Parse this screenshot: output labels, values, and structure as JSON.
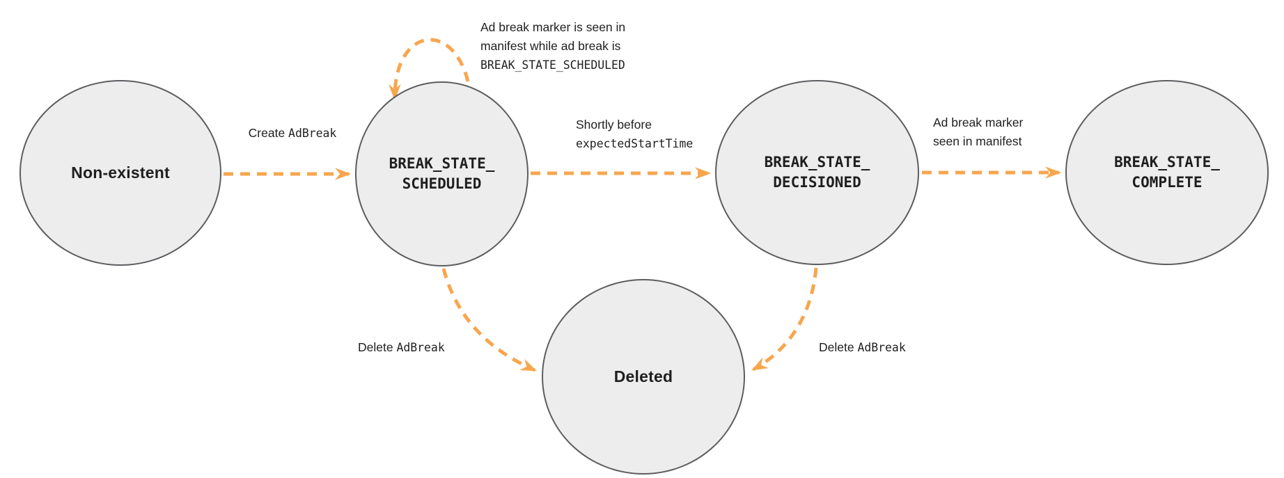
{
  "colors": {
    "accent": "#F7A64E",
    "node_fill": "#EDEDED",
    "node_border": "#5B5D60",
    "text": "#1F1F1F"
  },
  "states": {
    "non_existent": {
      "label": "Non-existent"
    },
    "scheduled": {
      "line1": "BREAK_STATE_",
      "line2": "SCHEDULED"
    },
    "decisioned": {
      "line1": "BREAK_STATE_",
      "line2": "DECISIONED"
    },
    "complete": {
      "line1": "BREAK_STATE_",
      "line2": "COMPLETE"
    },
    "deleted": {
      "label": "Deleted"
    }
  },
  "transitions": {
    "create": {
      "plain": "Create ",
      "code": "AdBreak"
    },
    "self_loop": {
      "line1": "Ad break marker is seen in",
      "line2": "manifest while ad break is",
      "code": "BREAK_STATE_SCHEDULED"
    },
    "decision": {
      "line1": "Shortly before",
      "code": "expectedStartTime"
    },
    "complete": {
      "line1": "Ad break marker",
      "line2": "seen in manifest"
    },
    "delete_left": {
      "plain": "Delete ",
      "code": "AdBreak"
    },
    "delete_right": {
      "plain": "Delete ",
      "code": "AdBreak"
    }
  }
}
